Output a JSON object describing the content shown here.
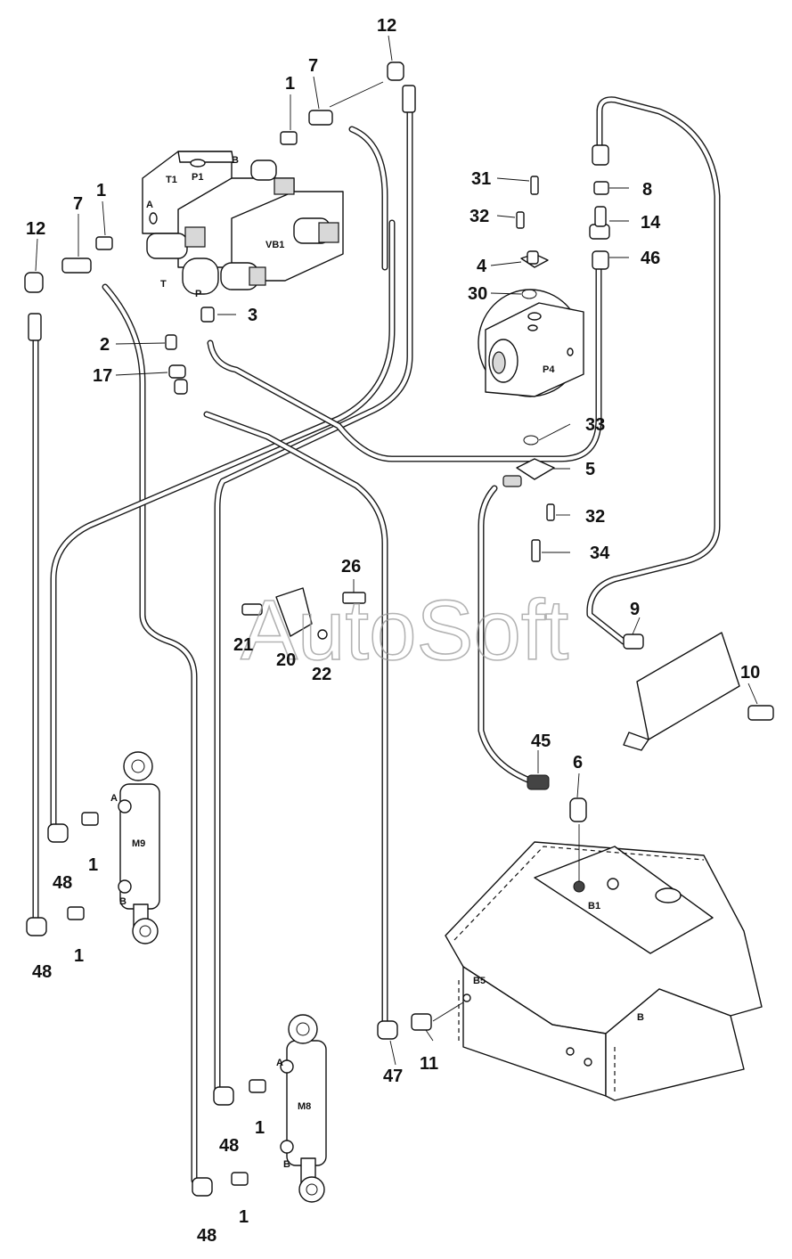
{
  "watermark": "AutoSoft",
  "callouts": [
    {
      "id": "c12a",
      "text": "12"
    },
    {
      "id": "c7a",
      "text": "7"
    },
    {
      "id": "c1a",
      "text": "1"
    },
    {
      "id": "c1b",
      "text": "1"
    },
    {
      "id": "c7b",
      "text": "7"
    },
    {
      "id": "c12b",
      "text": "12"
    },
    {
      "id": "c3",
      "text": "3"
    },
    {
      "id": "c2",
      "text": "2"
    },
    {
      "id": "c17",
      "text": "17"
    },
    {
      "id": "c31",
      "text": "31"
    },
    {
      "id": "c8",
      "text": "8"
    },
    {
      "id": "c32a",
      "text": "32"
    },
    {
      "id": "c14",
      "text": "14"
    },
    {
      "id": "c4",
      "text": "4"
    },
    {
      "id": "c46",
      "text": "46"
    },
    {
      "id": "c30",
      "text": "30"
    },
    {
      "id": "c33",
      "text": "33"
    },
    {
      "id": "c5",
      "text": "5"
    },
    {
      "id": "c32b",
      "text": "32"
    },
    {
      "id": "c34",
      "text": "34"
    },
    {
      "id": "c26",
      "text": "26"
    },
    {
      "id": "c21",
      "text": "21"
    },
    {
      "id": "c20",
      "text": "20"
    },
    {
      "id": "c22",
      "text": "22"
    },
    {
      "id": "c9",
      "text": "9"
    },
    {
      "id": "c10",
      "text": "10"
    },
    {
      "id": "c45",
      "text": "45"
    },
    {
      "id": "c6",
      "text": "6"
    },
    {
      "id": "c48a",
      "text": "48"
    },
    {
      "id": "c1c",
      "text": "1"
    },
    {
      "id": "c1d",
      "text": "1"
    },
    {
      "id": "c48b",
      "text": "48"
    },
    {
      "id": "c47",
      "text": "47"
    },
    {
      "id": "c11",
      "text": "11"
    },
    {
      "id": "c48c",
      "text": "48"
    },
    {
      "id": "c1e",
      "text": "1"
    },
    {
      "id": "c1f",
      "text": "1"
    },
    {
      "id": "c48d",
      "text": "48"
    }
  ],
  "labels": [
    {
      "id": "lT1",
      "text": "T1"
    },
    {
      "id": "lP1",
      "text": "P1"
    },
    {
      "id": "lB",
      "text": "B"
    },
    {
      "id": "lA",
      "text": "A"
    },
    {
      "id": "lVB1",
      "text": "VB1"
    },
    {
      "id": "lT",
      "text": "T"
    },
    {
      "id": "lP",
      "text": "P"
    },
    {
      "id": "lP4",
      "text": "P4"
    },
    {
      "id": "lA9",
      "text": "A"
    },
    {
      "id": "lM9",
      "text": "M9"
    },
    {
      "id": "lB9",
      "text": "B"
    },
    {
      "id": "lB1",
      "text": "B1"
    },
    {
      "id": "lB5",
      "text": "B5"
    },
    {
      "id": "lBtank",
      "text": "B"
    },
    {
      "id": "lA8",
      "text": "A"
    },
    {
      "id": "lM8",
      "text": "M8"
    },
    {
      "id": "lB8",
      "text": "B"
    }
  ]
}
